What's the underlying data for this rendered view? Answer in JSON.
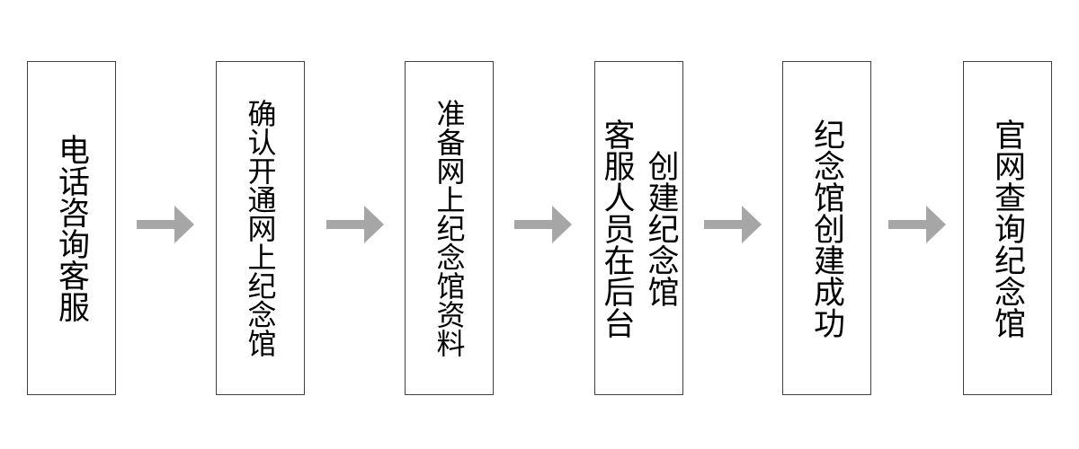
{
  "page": {
    "background_color": "#ffffff",
    "type": "flowchart",
    "direction": "left-to-right"
  },
  "style": {
    "box_border_color": "#404040",
    "box_fill_color": "#ffffff",
    "text_color": "#000000",
    "arrow_color": "#a6a6a6"
  },
  "flowchart": {
    "steps": [
      {
        "text": "电话咨询客服"
      },
      {
        "text": "确认开通网上纪念馆"
      },
      {
        "text": "准备网上纪念馆资料"
      },
      {
        "text": "客服人员在后台\n创建纪念馆"
      },
      {
        "text": "纪念馆创建成功"
      },
      {
        "text": "官网查询纪念馆"
      }
    ]
  }
}
